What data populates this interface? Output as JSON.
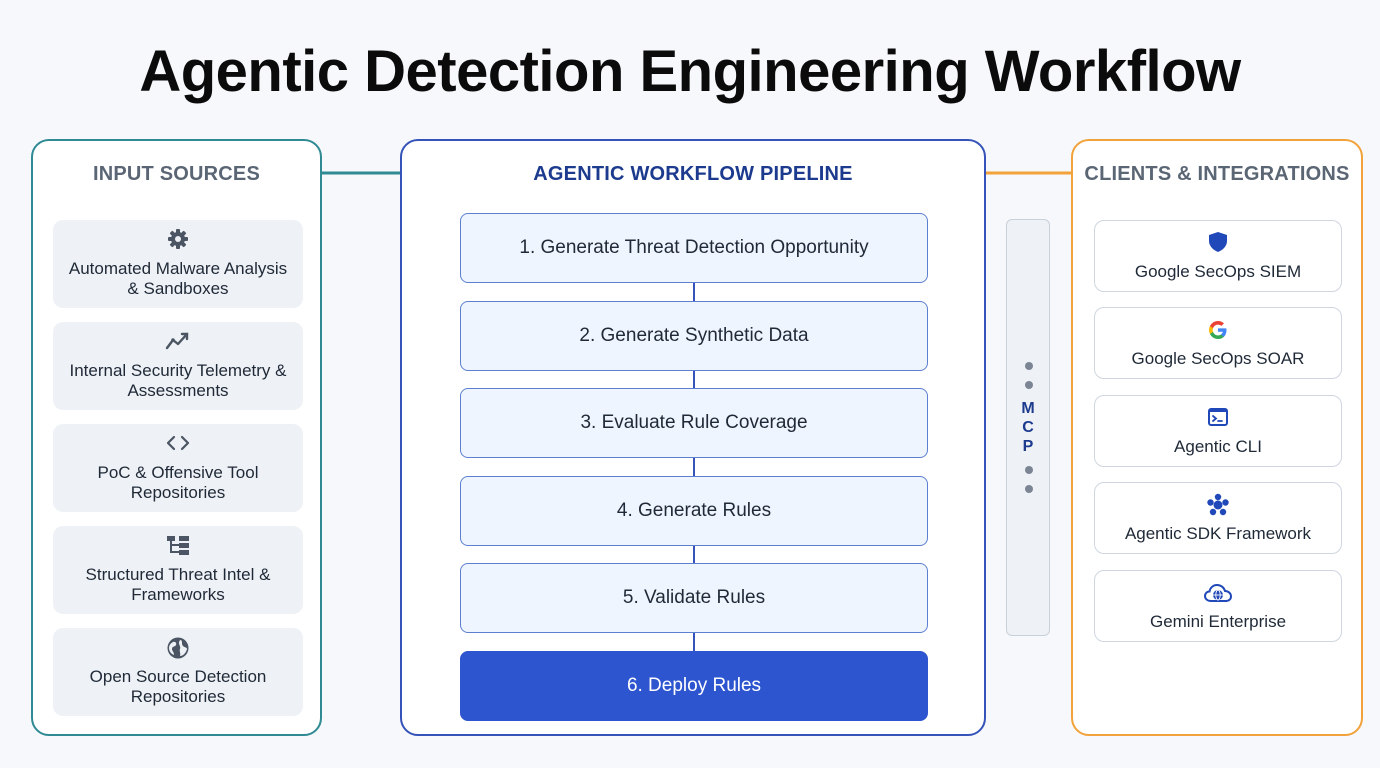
{
  "title": "Agentic Detection Engineering Workflow",
  "colors": {
    "input_accent": "#2f8a94",
    "pipeline_accent": "#3553b8",
    "client_accent": "#f2a23b",
    "deploy_fill": "#2d55cf"
  },
  "input_sources": {
    "heading": "INPUT SOURCES",
    "items": [
      {
        "icon": "gear-icon",
        "line1": "Automated Malware Analysis",
        "line2": "& Sandboxes"
      },
      {
        "icon": "trend-icon",
        "line1": "Internal Security Telemetry &",
        "line2": "Assessments"
      },
      {
        "icon": "code-icon",
        "line1": "PoC & Offensive Tool",
        "line2": "Repositories"
      },
      {
        "icon": "hierarchy-icon",
        "line1": "Structured Threat Intel &",
        "line2": "Frameworks"
      },
      {
        "icon": "globe-icon",
        "line1": "Open Source Detection",
        "line2": "Repositories"
      }
    ]
  },
  "pipeline": {
    "heading": "AGENTIC WORKFLOW PIPELINE",
    "steps": [
      {
        "label": "1. Generate Threat Detection Opportunity"
      },
      {
        "label": "2. Generate Synthetic Data"
      },
      {
        "label": "3. Evaluate Rule Coverage"
      },
      {
        "label": "4. Generate Rules"
      },
      {
        "label": "5. Validate Rules"
      },
      {
        "label": "6. Deploy Rules"
      }
    ]
  },
  "mcp": {
    "letters": [
      "M",
      "C",
      "P"
    ]
  },
  "clients": {
    "heading": "CLIENTS & INTEGRATIONS",
    "items": [
      {
        "icon": "shield-icon",
        "label": "Google SecOps SIEM"
      },
      {
        "icon": "google-g-icon",
        "label": "Google SecOps SOAR"
      },
      {
        "icon": "terminal-icon",
        "label": "Agentic CLI"
      },
      {
        "icon": "puzzle-icon",
        "label": "Agentic SDK Framework"
      },
      {
        "icon": "cloud-globe-icon",
        "label": "Gemini Enterprise"
      }
    ]
  }
}
